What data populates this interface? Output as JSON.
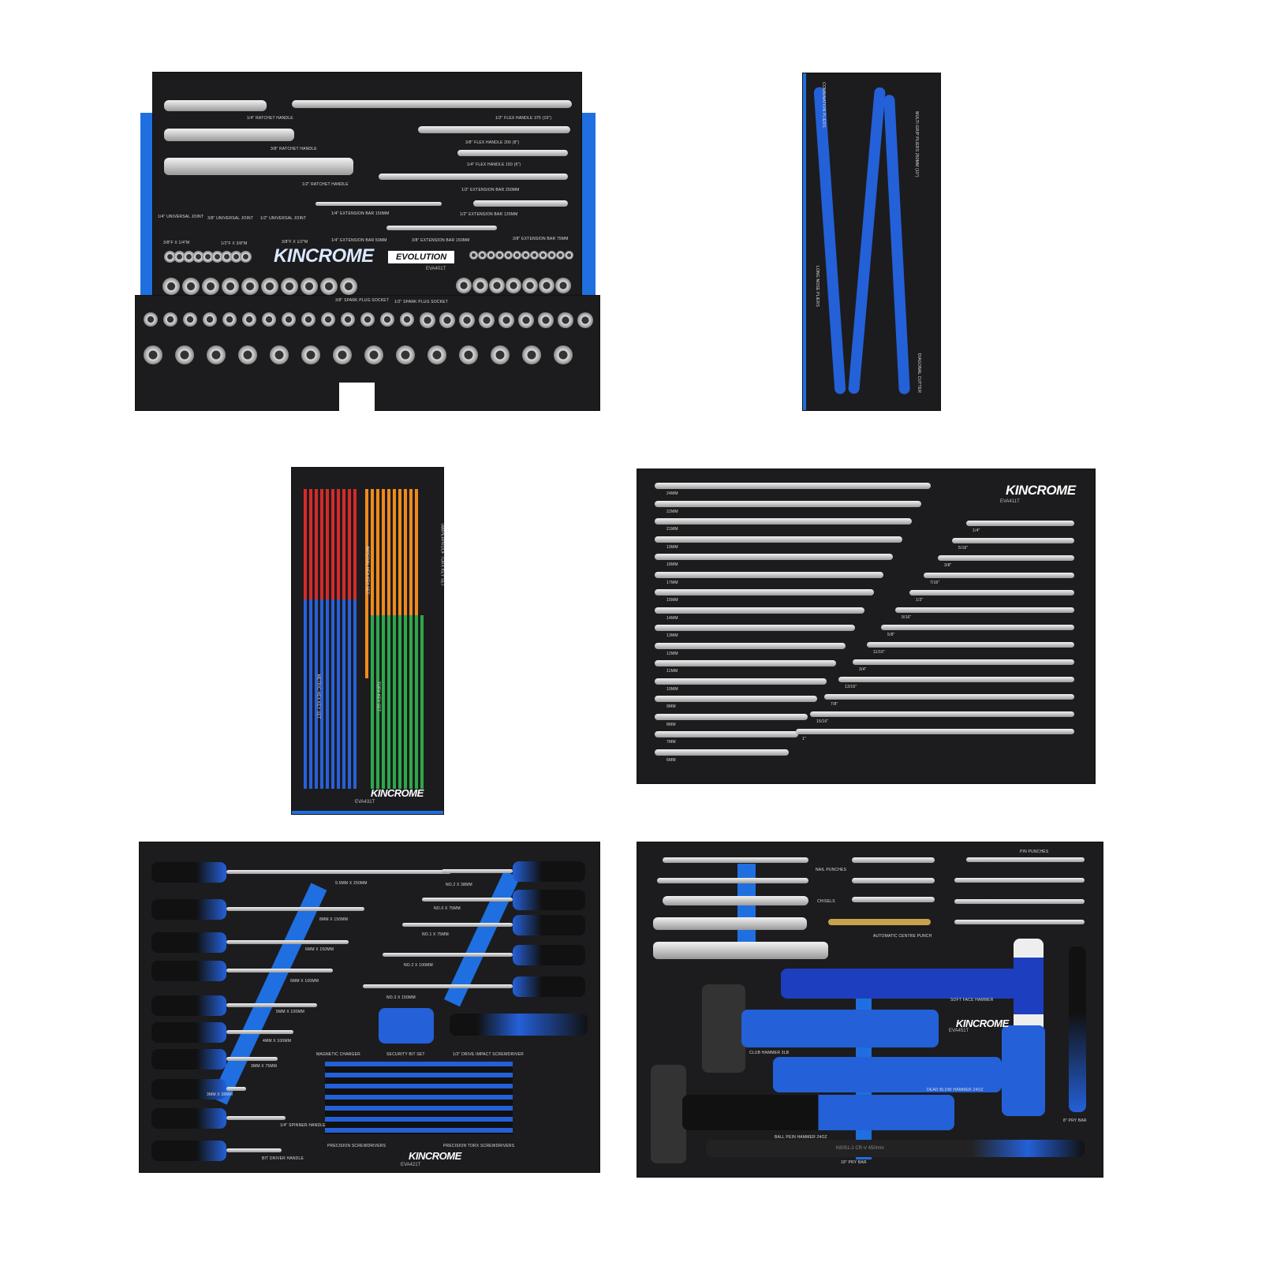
{
  "brand": "KINCROME",
  "brand_sub": "EVOLUTION",
  "colors": {
    "foam": "#1c1c1e",
    "accent": "#1f6fe0",
    "background": "#ffffff"
  },
  "tray_socket": {
    "model": "EVA401T",
    "labels": [
      "1/4\" RATCHET HANDLE",
      "3/8\" RATCHET HANDLE",
      "1/2\" RATCHET HANDLE",
      "1/2\" FLEX HANDLE 375 (15\")",
      "3/8\" FLEX HANDLE 200 (8\")",
      "1/4\" FLEX HANDLE 150 (6\")",
      "1/2\" EXTENSION BAR 250MM",
      "1/2\" EXTENSION BAR 125MM",
      "1/4\" UNIVERSAL JOINT",
      "3/8\" UNIVERSAL JOINT",
      "1/2\" UNIVERSAL JOINT",
      "1/4\" EXTENSION BAR 150MM",
      "1/4\" EXTENSION BAR 50MM",
      "3/8\" EXTENSION BAR 150MM",
      "3/8\" EXTENSION BAR 75MM",
      "3/8\"F X 1/4\"M",
      "1/2\"F X 3/8\"M",
      "3/8\"F X 1/2\"M",
      "3/8\" SPARK PLUG SOCKET",
      "1/2\" SPARK PLUG SOCKET"
    ]
  },
  "tray_pliers": {
    "labels": [
      "MULTI-GRIP PLIERS 250MM (10\")",
      "COMBINATION PLIERS",
      "LONG NOSE PLIERS",
      "DIAGONAL CUTTER"
    ]
  },
  "tray_keys": {
    "model": "EVA431T",
    "labels": [
      "TAMPERPROOF TORX KEY SET",
      "IMPERIAL HEX KEY SET",
      "METRIC HEX KEY SET",
      "TORX KEY SET"
    ]
  },
  "tray_spanners": {
    "model": "EVA411T",
    "metric": [
      "24MM",
      "22MM",
      "21MM",
      "19MM",
      "18MM",
      "17MM",
      "15MM",
      "14MM",
      "13MM",
      "12MM",
      "11MM",
      "10MM",
      "9MM",
      "8MM",
      "7MM",
      "6MM"
    ],
    "imperial": [
      "1/4\"",
      "5/16\"",
      "3/8\"",
      "7/16\"",
      "1/2\"",
      "9/16\"",
      "5/8\"",
      "11/16\"",
      "3/4\"",
      "13/16\"",
      "7/8\"",
      "15/16\"",
      "1\""
    ]
  },
  "tray_screwdrivers": {
    "model": "EVA421T",
    "labels": [
      "9.5MM X 250MM",
      "8MM X 150MM",
      "6MM X 150MM",
      "6MM X 100MM",
      "5MM X 100MM",
      "4MM X 100MM",
      "3MM X 75MM",
      "3MM X 38MM",
      "1/4\" SPINNER HANDLE",
      "BIT DRIVER HANDLE",
      "NO.2 X 38MM",
      "NO.0 X 75MM",
      "NO.1 X 75MM",
      "NO.2 X 100MM",
      "NO.3 X 150MM",
      "MAGNETIC CHARGER",
      "SECURITY BIT SET",
      "1/2\" DRIVE IMPACT SCREWDRIVER",
      "PRECISION SCREWDRIVERS",
      "PRECISION TORX SCREWDRIVERS"
    ],
    "security_case": "Security Bit Set"
  },
  "tray_hammers": {
    "model": "EVA451T",
    "labels": [
      "PIN PUNCHES",
      "NAIL PUNCHES",
      "CHISELS",
      "AUTOMATIC CENTRE PUNCH",
      "SOFT FACE HAMMER",
      "CLUB HAMMER 3LB",
      "DEAD BLOW HAMMER 24OZ",
      "BALL PEIN HAMMER 24OZ",
      "8\" PRY BAR",
      "18\" PRY BAR"
    ],
    "pry_bar_marking": "K8051-2 CR-V 450mm"
  }
}
